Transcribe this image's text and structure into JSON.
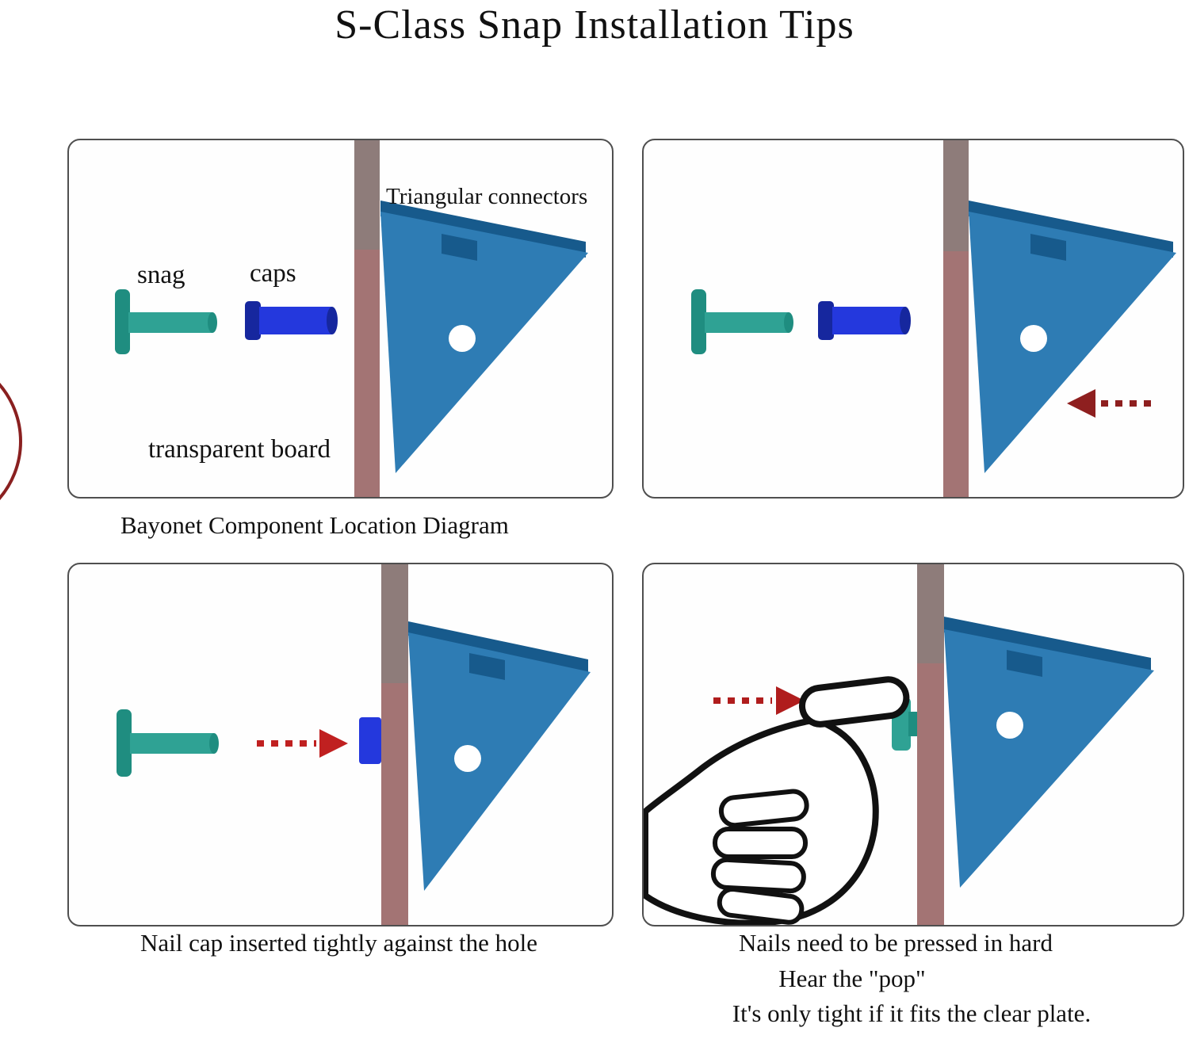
{
  "title": "S-Class Snap Installation Tips",
  "colors": {
    "teal": "#2fa294",
    "teal_dark": "#1f8d80",
    "cap": "#2438dd",
    "cap_dark": "#16279e",
    "triangle": "#2e7cb4",
    "triangle_dark": "#175a8c",
    "board": "#a37474",
    "board_top": "#8e7c7a",
    "arrow_dark_red": "#8e1f1f",
    "arrow_red": "#c02020",
    "arrow_red2": "#b01d1d",
    "hole": "#ffffff"
  },
  "panels": {
    "p1": {
      "labels": {
        "triangular_connectors": "Triangular connectors",
        "snag": "snag",
        "caps": "caps",
        "transparent_board": "transparent board"
      },
      "caption": "Bayonet Component Location Diagram"
    },
    "p3": {
      "caption": "Nail cap inserted tightly against the hole"
    },
    "p4": {
      "caption_line1": "Nails need to be pressed in hard",
      "caption_line2": "Hear the \"pop\"",
      "caption_line3": "It's only tight if it fits the clear plate."
    }
  }
}
